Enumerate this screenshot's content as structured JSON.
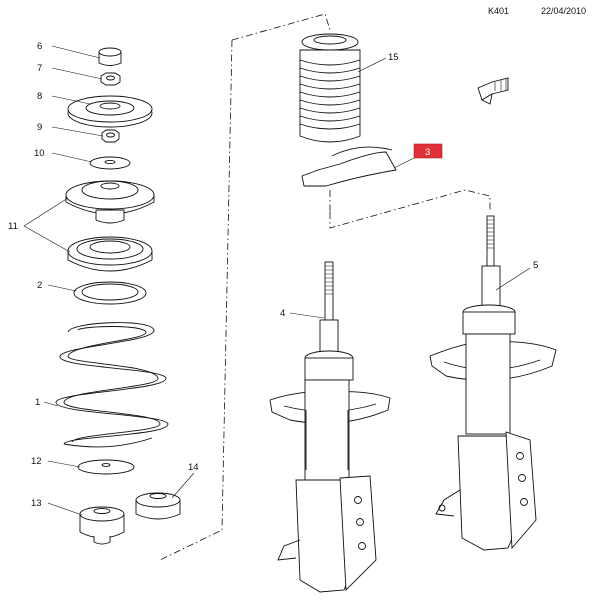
{
  "header": {
    "ref": "K401",
    "date": "22/04/2010"
  },
  "callouts": {
    "c1": "1",
    "c2": "2",
    "c3": "3",
    "c4": "4",
    "c5": "5",
    "c6": "6",
    "c7": "7",
    "c8": "8",
    "c9": "9",
    "c10": "10",
    "c11": "11",
    "c12": "12",
    "c13": "13",
    "c14": "14",
    "c15": "15"
  },
  "colors": {
    "line": "#111111",
    "highlight_box": "#e0303a",
    "highlight_text": "#ffffff"
  },
  "icons": {
    "direction": "fwd-arrow-icon"
  }
}
